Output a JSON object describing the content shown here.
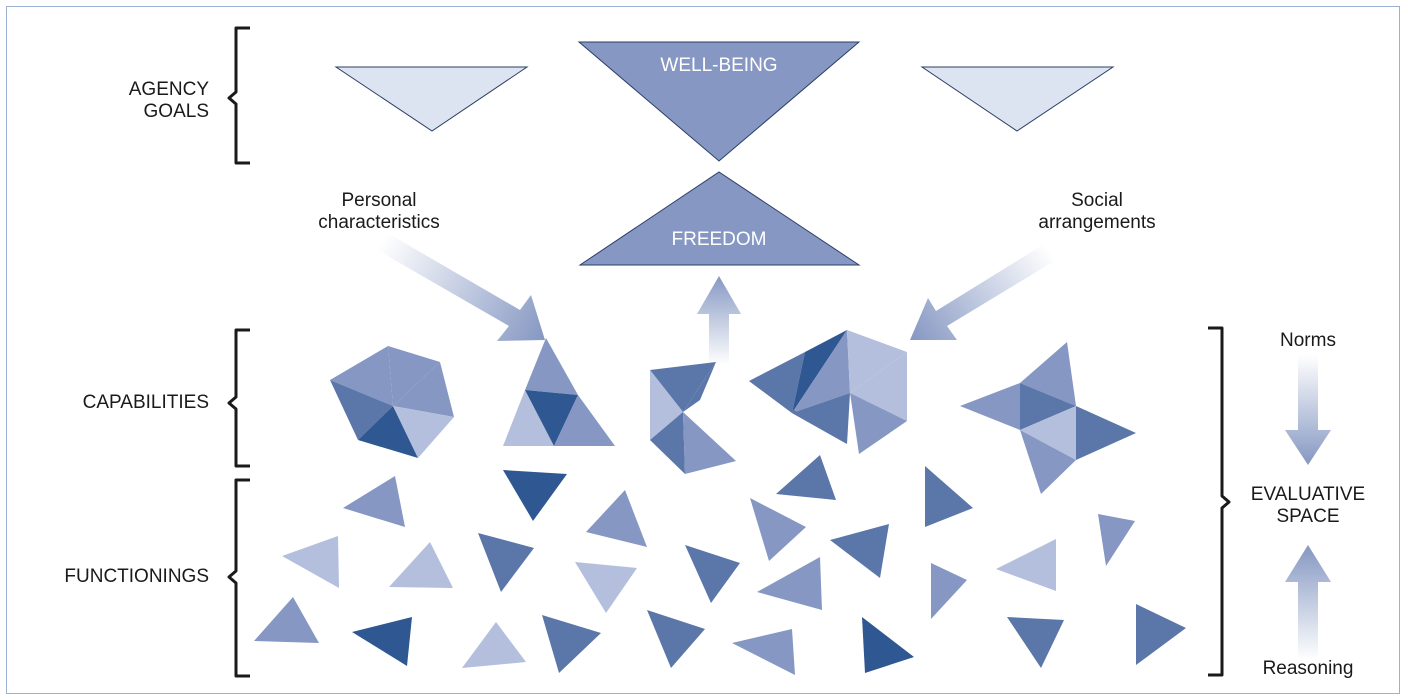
{
  "left_labels": {
    "agency_goals_line1": "AGENCY",
    "agency_goals_line2": "GOALS",
    "capabilities": "CAPABILITIES",
    "functionings": "FUNCTIONINGS"
  },
  "top": {
    "well_being": "WELL-BEING",
    "freedom": "FREEDOM"
  },
  "inputs": {
    "personal_line1": "Personal",
    "personal_line2": "characteristics",
    "social_line1": "Social",
    "social_line2": "arrangements"
  },
  "right_labels": {
    "norms": "Norms",
    "evaluative_line1": "EVALUATIVE",
    "evaluative_line2": "SPACE",
    "reasoning": "Reasoning"
  },
  "colors": {
    "dark": "#2f5791",
    "mid_dark": "#5b76a8",
    "mid": "#8597c2",
    "light": "#b3bfdc",
    "pale": "#dce3f1",
    "frame": "#9bb0d4"
  }
}
